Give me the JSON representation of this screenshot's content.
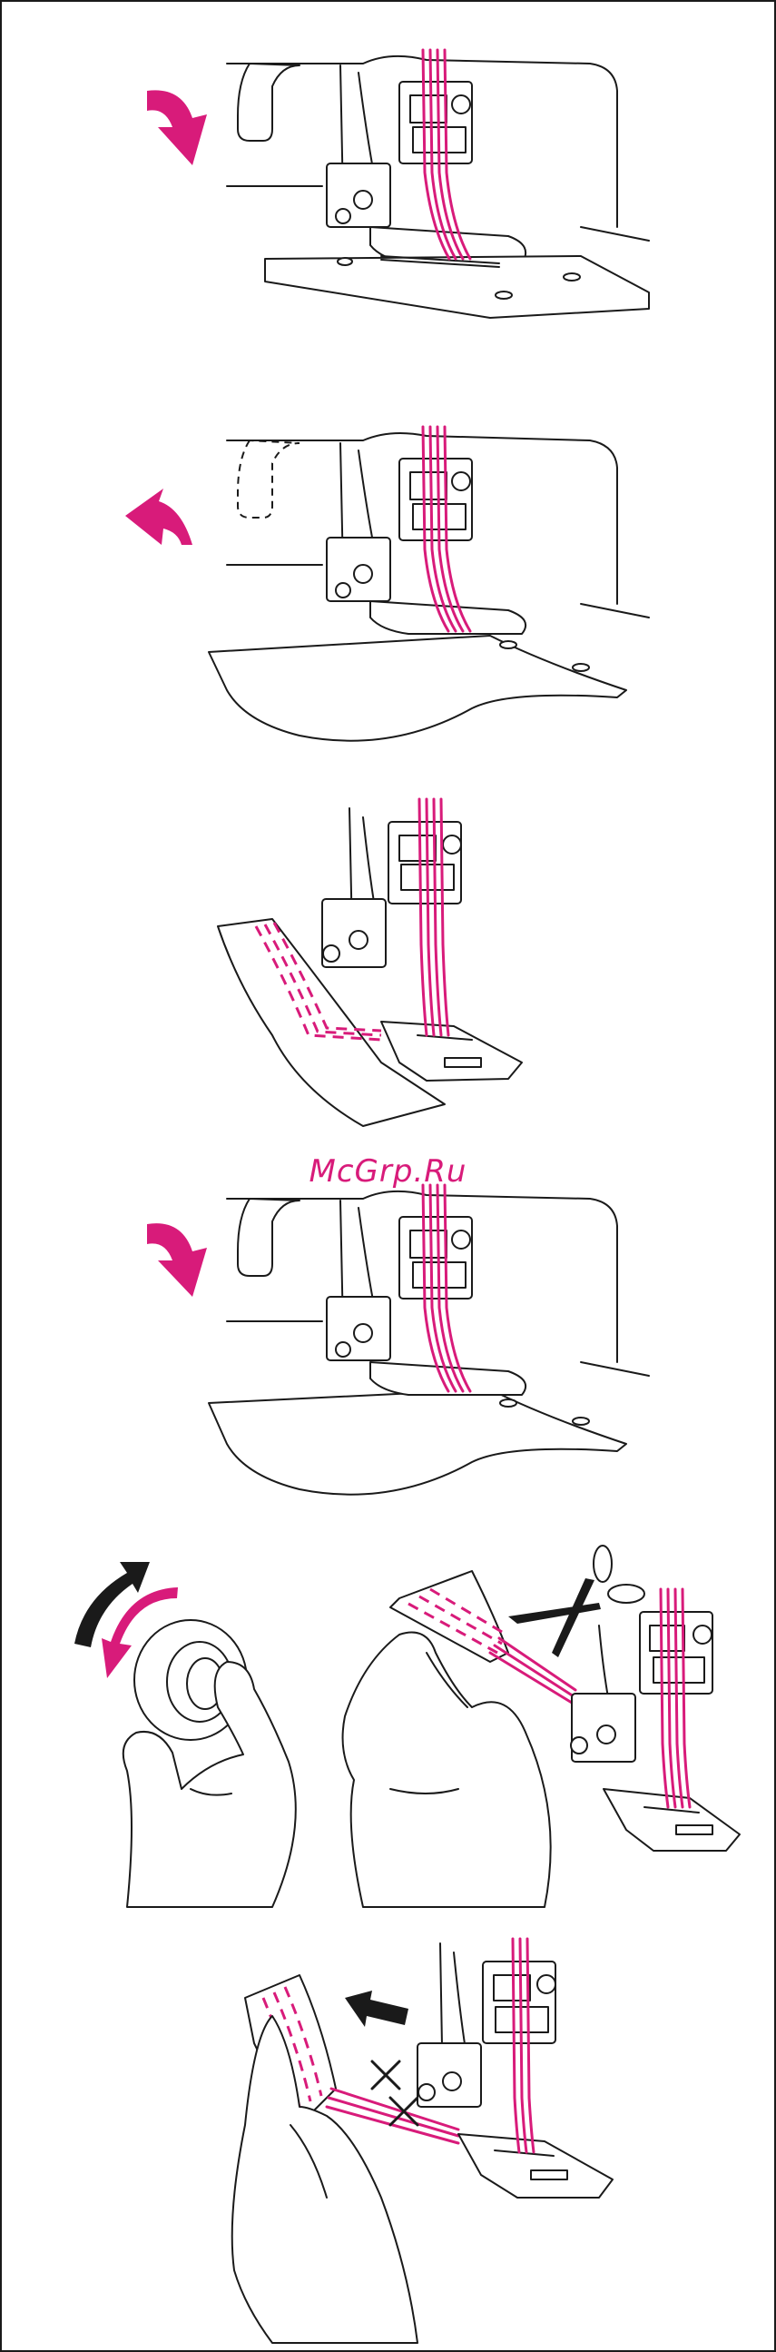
{
  "watermark": "McGrp.Ru",
  "colors": {
    "accent": "#d81b7a",
    "line": "#1a1a1a",
    "background": "#ffffff"
  },
  "steps": [
    {
      "id": 1,
      "content": "presser-foot-lever-down",
      "arrow": "down",
      "arrow_color": "#d81b7a",
      "fabric": false
    },
    {
      "id": 2,
      "content": "presser-foot-lever-up-fabric-inserted",
      "arrow": "up",
      "arrow_color": "#d81b7a",
      "fabric": true
    },
    {
      "id": 3,
      "content": "chain-stitch-on-fabric-under-foot",
      "arrow": "none",
      "fabric": true
    },
    {
      "id": 4,
      "content": "presser-foot-lever-down-on-fabric",
      "arrow": "down",
      "arrow_color": "#d81b7a",
      "fabric": true
    },
    {
      "id": 5,
      "content": "turn-handwheel-and-cut-threads-with-scissors",
      "arrow": "rotate",
      "arrow_color": "#d81b7a",
      "fabric": true
    },
    {
      "id": 6,
      "content": "pull-fabric-back-threads-crossed-out",
      "arrow": "left",
      "arrow_color": "#1a1a1a",
      "fabric": true
    }
  ],
  "icons": [
    "hand-icon",
    "scissors-icon",
    "handwheel-icon",
    "cross-mark-icon",
    "arrow-icon"
  ]
}
